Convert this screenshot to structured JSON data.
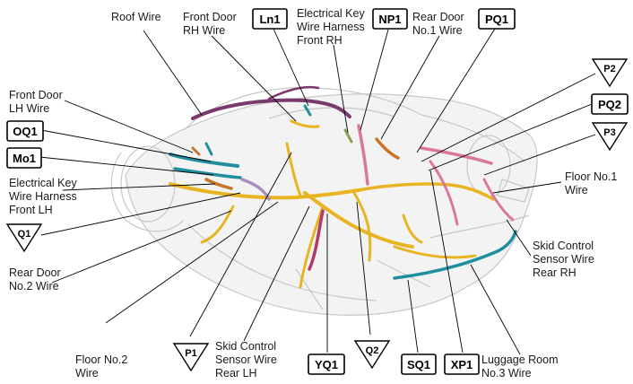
{
  "wire_labels": {
    "roof_wire": [
      "Roof Wire"
    ],
    "front_door_rh": [
      "Front Door",
      "RH Wire"
    ],
    "ek_front_rh": [
      "Electrical Key",
      "Wire Harness",
      "Front RH"
    ],
    "rear_door_no1": [
      "Rear Door",
      "No.1 Wire"
    ],
    "front_door_lh": [
      "Front Door",
      "LH Wire"
    ],
    "ek_front_lh": [
      "Electrical Key",
      "Wire Harness",
      "Front LH"
    ],
    "rear_door_no2": [
      "Rear Door",
      "No.2 Wire"
    ],
    "floor_no2": [
      "Floor No.2",
      "Wire"
    ],
    "skid_lh": [
      "Skid Control",
      "Sensor Wire",
      "Rear LH"
    ],
    "luggage_no3": [
      "Luggage Room",
      "No.3 Wire"
    ],
    "skid_rh": [
      "Skid Control",
      "Sensor Wire",
      "Rear RH"
    ],
    "floor_no1": [
      "Floor No.1",
      "Wire"
    ]
  },
  "connectors": {
    "ln1": "Ln1",
    "np1": "NP1",
    "pq1": "PQ1",
    "pq2": "PQ2",
    "oq1": "OQ1",
    "mo1": "Mo1",
    "yq1": "YQ1",
    "sq1": "SQ1",
    "xp1": "XP1"
  },
  "triangles": {
    "p2": "P2",
    "p3": "P3",
    "q1": "Q1",
    "p1": "P1",
    "q2": "Q2"
  },
  "colors": {
    "yellow_harness": "#e8b422",
    "teal_harness": "#1f8fa0",
    "pink_harness": "#d9789a",
    "magenta_harness": "#b03a6a",
    "purple_harness": "#7a3a6e",
    "orange_harness": "#c8762a",
    "lavender_harness": "#a98cc0",
    "green_harness": "#8da05a"
  }
}
